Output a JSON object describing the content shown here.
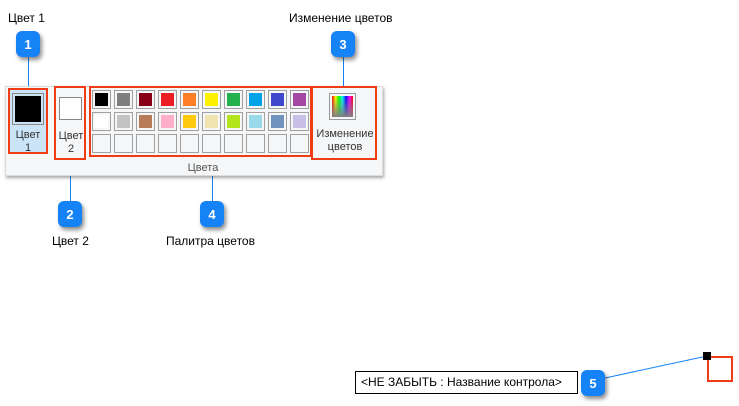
{
  "callouts": [
    {
      "num": "1",
      "label": "Цвет 1"
    },
    {
      "num": "2",
      "label": "Цвет 2"
    },
    {
      "num": "3",
      "label": "Изменение цветов"
    },
    {
      "num": "4",
      "label": "Палитра цветов"
    },
    {
      "num": "5",
      "label": "<НЕ ЗАБЫТЬ : Название контрола>"
    }
  ],
  "ribbon": {
    "color1_label": "Цвет",
    "color1_num": "1",
    "color2_label": "Цвет",
    "color2_num": "2",
    "edit_colors_line1": "Изменение",
    "edit_colors_line2": "цветов",
    "group_label": "Цвета",
    "color1": "#000000",
    "color2": "#ffffff",
    "palette": [
      [
        "#000000",
        "#7f7f7f",
        "#880015",
        "#ed1c24",
        "#ff7f27",
        "#fff200",
        "#22b14c",
        "#00a2e8",
        "#3f48cc",
        "#a349a4"
      ],
      [
        "#ffffff",
        "#c3c3c3",
        "#b97a57",
        "#ffaec9",
        "#ffc90e",
        "#efe4b0",
        "#b5e61d",
        "#99d9ea",
        "#7092be",
        "#c8bfe7"
      ],
      [
        null,
        null,
        null,
        null,
        null,
        null,
        null,
        null,
        null,
        null
      ]
    ]
  }
}
